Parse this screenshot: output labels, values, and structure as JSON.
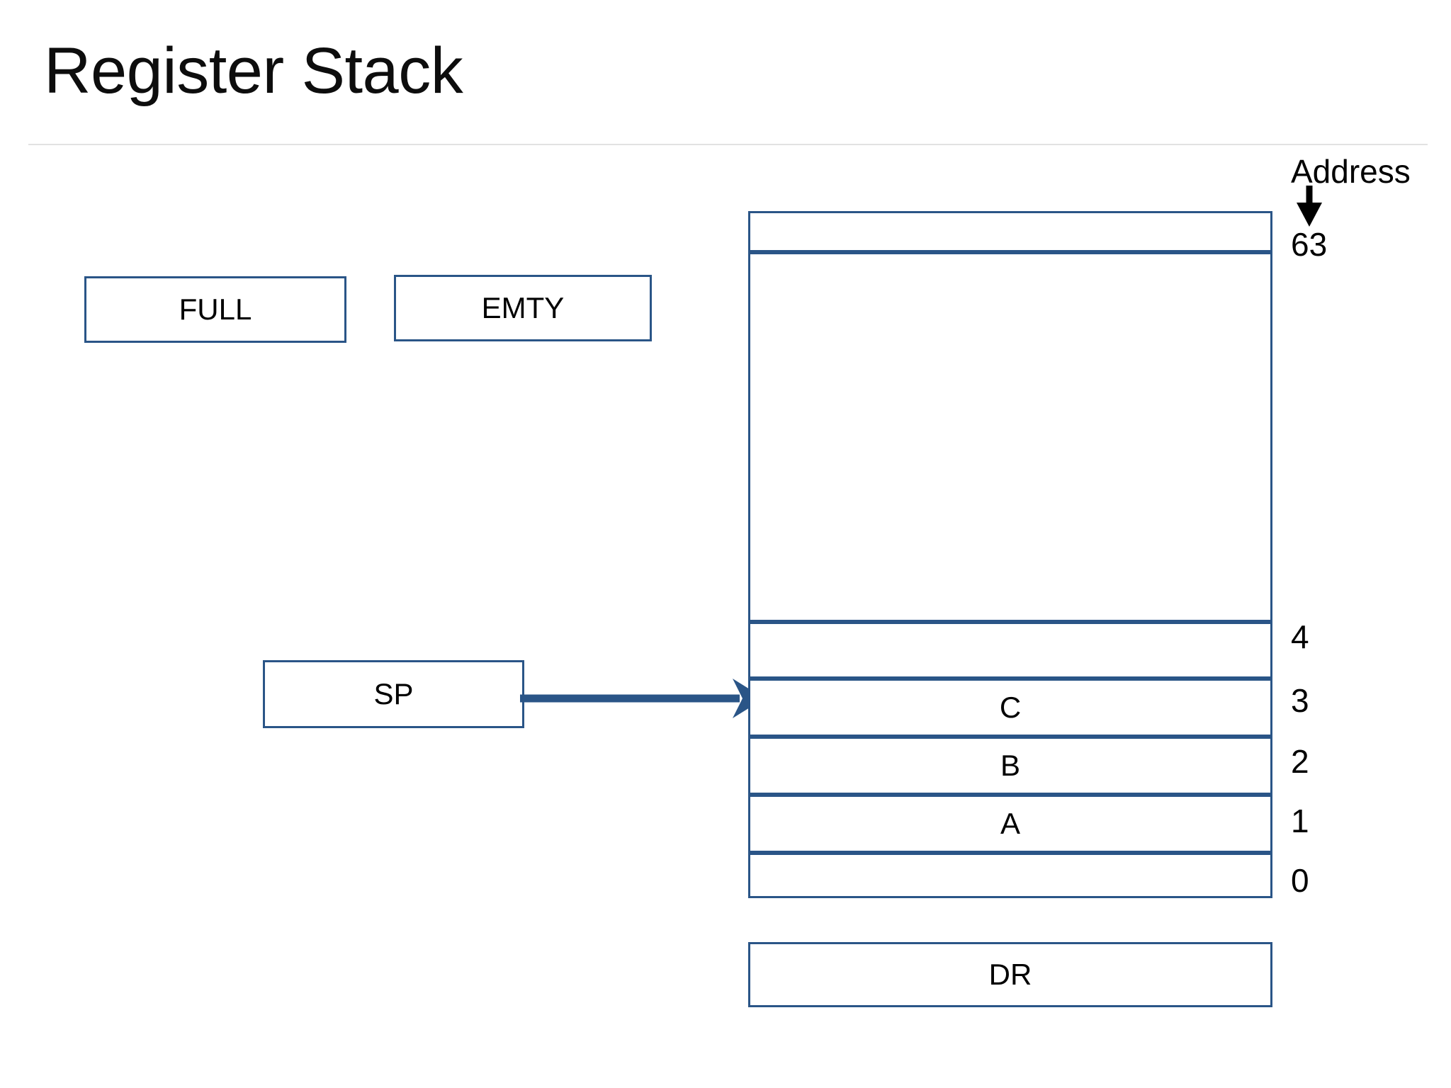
{
  "slide": {
    "title": "Register Stack",
    "divider_color": "#E2E2E2",
    "accent_color": "#2A5587",
    "background_color": "#FFFFFF"
  },
  "flags": [
    {
      "id": "full",
      "label": "FULL"
    },
    {
      "id": "emty",
      "label": "EMTY"
    }
  ],
  "pointer": {
    "label": "SP",
    "arrow_icon": "arrow-right-icon",
    "points_to_address": "3"
  },
  "data_register": {
    "label": "DR"
  },
  "address_header": {
    "label": "Address",
    "arrow_icon": "arrow-down-icon"
  },
  "stack": {
    "cells": [
      {
        "address": "63",
        "value": ""
      },
      {
        "address": "",
        "value": ""
      },
      {
        "address": "4",
        "value": ""
      },
      {
        "address": "3",
        "value": "C"
      },
      {
        "address": "2",
        "value": "B"
      },
      {
        "address": "1",
        "value": "A"
      },
      {
        "address": "0",
        "value": ""
      }
    ]
  }
}
